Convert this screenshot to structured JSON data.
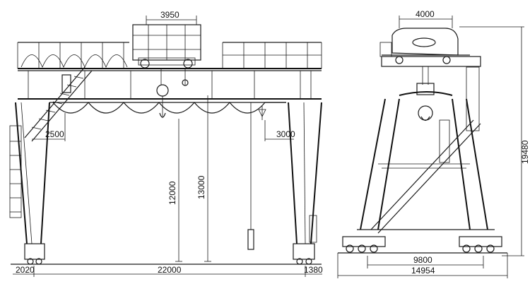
{
  "drawing": {
    "front_view": {
      "trolley_width": "3950",
      "left_cantilever": "2500",
      "right_cantilever": "3000",
      "lift_height_main": "12000",
      "lift_height_total": "13000",
      "span": "22000",
      "left_leg_offset": "2020",
      "right_leg_offset": "1380"
    },
    "side_view": {
      "trolley_width": "4000",
      "overall_height": "19480",
      "wheel_base": "9800",
      "overall_length": "14954"
    }
  }
}
